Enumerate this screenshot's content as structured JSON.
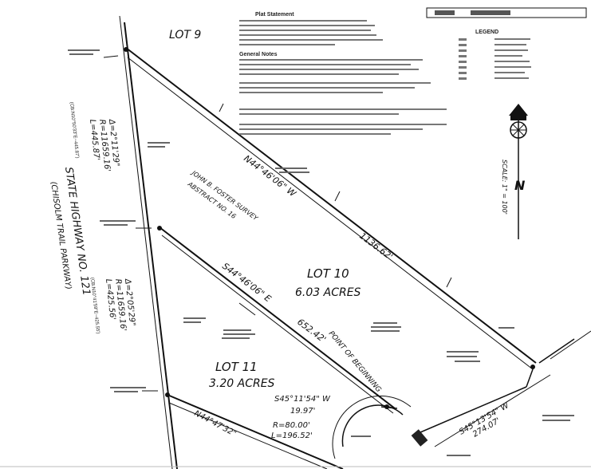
{
  "labels": {
    "lot9": "LOT 9",
    "lot10": "LOT 10",
    "lot10_acres": "6.03 ACRES",
    "lot11": "LOT 11",
    "lot11_acres": "3.20 ACRES",
    "survey_line1": "JOHN B. FOSTER SURVEY",
    "survey_line2": "ABSTRACT NO. 16",
    "highway_line1": "STATE HIGHWAY NO. 121",
    "highway_line2": "(CHISOLM TRAIL PARKWAY)",
    "point_of_beginning": "POINT OF BEGINNING",
    "north": "N",
    "scale": "SCALE: 1\" = 100'"
  },
  "bearings": {
    "lot10_north_line": "N44°46'06\" W",
    "lot10_east_line": "1136.62'",
    "lot10_south_line": "S44°46'06\" E",
    "lot10_south_dist": "652.42'",
    "south_east_line": "S45°13'54\" W",
    "south_east_dist": "274.07'",
    "short_line": "S45°11'54\" W",
    "short_line_dist": "19.97'",
    "bottom_line": "N44°47'32\""
  },
  "curves": {
    "curve1": {
      "delta": "Δ=2°11'29\"",
      "radius": "R=11659.16'",
      "length": "L=445.87'",
      "chord": "(CB:N10°50'33\"E~445.87')"
    },
    "curve2": {
      "delta": "Δ=2°05'29\"",
      "radius": "R=11659.16'",
      "length": "L=425.56'",
      "chord": "(CB:N10°41'59\"E~425.55')"
    },
    "curve3": {
      "radius": "R=80.00'",
      "length": "L=196.52'"
    }
  },
  "notes": {
    "plat_statement": "Plat Statement",
    "general_notes": "General Notes",
    "legend": "LEGEND"
  },
  "colors": {
    "ink": "#111111",
    "paper": "#ffffff"
  }
}
